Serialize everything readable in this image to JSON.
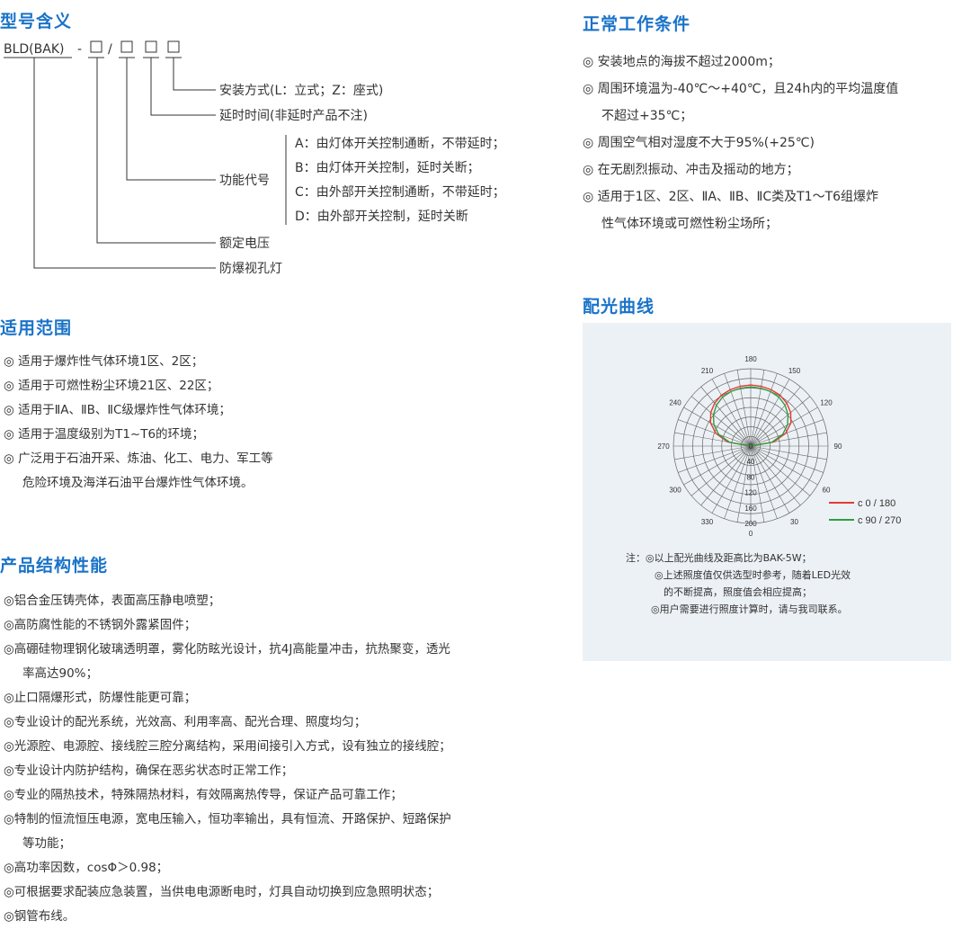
{
  "model_meaning": {
    "title": "型号含义",
    "model_prefix": "BLD(BAK)",
    "dash": "-",
    "slash": "/",
    "box": "□",
    "branches": [
      {
        "label": "安装方式(L：立式；Z：座式)"
      },
      {
        "label": "延时时间(非延时产品不注)"
      },
      {
        "label": "功能代号",
        "options": [
          "A：由灯体开关控制通断，不带延时；",
          "B：由灯体开关控制，延时关断；",
          "C：由外部开关控制通断，不带延时；",
          "D：由外部开关控制，延时关断"
        ]
      },
      {
        "label": "额定电压"
      },
      {
        "label": "防爆视孔灯"
      }
    ]
  },
  "scope": {
    "title": "适用范围",
    "items": [
      "◎ 适用于爆炸性气体环境1区、2区；",
      "◎ 适用于可燃性粉尘环境21区、22区；",
      "◎ 适用于ⅡA、ⅡB、ⅡC级爆炸性气体环境；",
      "◎ 适用于温度级别为T1~T6的环境；",
      "◎ 广泛用于石油开采、炼油、化工、电力、军工等",
      "危险环境及海洋石油平台爆炸性气体环境。"
    ]
  },
  "structure": {
    "title": "产品结构性能",
    "items": [
      "◎铝合金压铸壳体，表面高压静电喷塑；",
      "◎高防腐性能的不锈钢外露紧固件；",
      "◎高硼硅物理钢化玻璃透明罩，雾化防眩光设计，抗4J高能量冲击，抗热聚变，透光",
      "率高达90%；",
      "◎止口隔爆形式，防爆性能更可靠；",
      "◎专业设计的配光系统，光效高、利用率高、配光合理、照度均匀；",
      "◎光源腔、电源腔、接线腔三腔分离结构，采用间接引入方式，设有独立的接线腔；",
      "◎专业设计内防护结构，确保在恶劣状态时正常工作；",
      "◎专业的隔热技术，特殊隔热材料，有效隔离热传导，保证产品可靠工作；",
      "◎特制的恒流恒压电源，宽电压输入，恒功率输出，具有恒流、开路保护、短路保护",
      "等功能；",
      "◎高功率因数，cosΦ＞0.98；",
      "◎可根据要求配装应急装置，当供电电源断电时，灯具自动切换到应急照明状态；",
      "◎钢管布线。"
    ]
  },
  "conditions": {
    "title": "正常工作条件",
    "items": [
      "◎ 安装地点的海拔不超过2000m；",
      "◎ 周围环境温为-40℃～+40℃，且24h内的平均温度值",
      "不超过+35℃；",
      "◎ 周围空气相对湿度不大于95%(+25℃)",
      "◎ 在无剧烈振动、冲击及摇动的地方；",
      "◎ 适用于1区、2区、ⅡA、ⅡB、ⅡC类及T1～T6组爆炸",
      "性气体环境或可燃性粉尘场所；"
    ]
  },
  "light_curve": {
    "title": "配光曲线",
    "notes": [
      "注：◎以上配光曲线及距高比为BAK-5W；",
      "◎上述照度值仅供选型时参考，随着LED光效",
      "的不断提高，照度值会相应提高；",
      "◎用户需要进行照度计算时，请与我司联系。"
    ]
  },
  "chart_data": {
    "type": "polar",
    "angle_labels": [
      "180",
      "150",
      "120",
      "90",
      "60",
      "30",
      "0",
      "330",
      "300",
      "270",
      "240",
      "210"
    ],
    "radial_labels": [
      "0",
      "40",
      "80",
      "120",
      "160",
      "200"
    ],
    "radial_max": 200,
    "series": [
      {
        "name": "c 0 / 180",
        "color": "#e53935",
        "angles": [
          90,
          100,
          110,
          120,
          130,
          140,
          150,
          160,
          170,
          180,
          190,
          200,
          210,
          220,
          230,
          240,
          250,
          260,
          270
        ],
        "values": [
          0,
          60,
          96,
          120,
          135,
          145,
          152,
          155,
          157,
          158,
          157,
          155,
          152,
          145,
          135,
          120,
          96,
          60,
          0
        ]
      },
      {
        "name": "c 90 / 270",
        "color": "#2e9e3e",
        "angles": [
          90,
          100,
          110,
          120,
          130,
          140,
          150,
          160,
          170,
          180,
          190,
          200,
          210,
          220,
          230,
          240,
          250,
          260,
          270
        ],
        "values": [
          0,
          55,
          88,
          110,
          126,
          138,
          146,
          150,
          152,
          153,
          152,
          150,
          146,
          138,
          126,
          110,
          88,
          55,
          0
        ]
      }
    ],
    "grid": true,
    "legend": "right"
  },
  "colors": {
    "accent": "#1a73c8",
    "panel_bg": "#ecf1f5"
  }
}
